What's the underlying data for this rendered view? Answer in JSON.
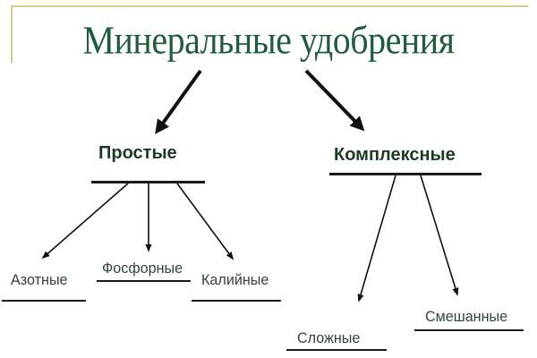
{
  "diagram": {
    "title": "Минеральные удобрения",
    "colors": {
      "title": "#1f5c3c",
      "frame": "#d8c98a",
      "category": "#1c3a22",
      "leaf": "#33443a",
      "lines": "#1a1a1a"
    },
    "categories": [
      {
        "label": "Простые",
        "children": [
          {
            "label": "Азотные"
          },
          {
            "label": "Фосфорные"
          },
          {
            "label": "Калийные"
          }
        ]
      },
      {
        "label": "Комплексные",
        "children": [
          {
            "label": "Сложные"
          },
          {
            "label": "Смешанные"
          }
        ]
      }
    ]
  }
}
